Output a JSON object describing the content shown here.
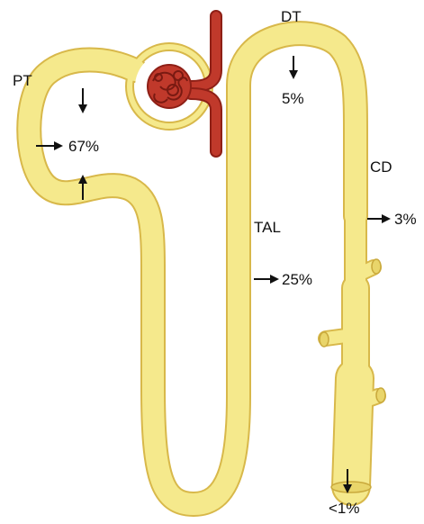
{
  "segments": {
    "pt": "PT",
    "dt": "DT",
    "tal": "TAL",
    "cd": "CD"
  },
  "reabsorption": {
    "pt": "67%",
    "dt": "5%",
    "tal": "25%",
    "cd": "3%",
    "excreted": "<1%"
  },
  "colors": {
    "tubule_fill": "#f5e98c",
    "tubule_outline": "#d8b84a",
    "vessel": "#c0392b",
    "vessel_dark": "#8e1f16",
    "text": "#111111"
  }
}
